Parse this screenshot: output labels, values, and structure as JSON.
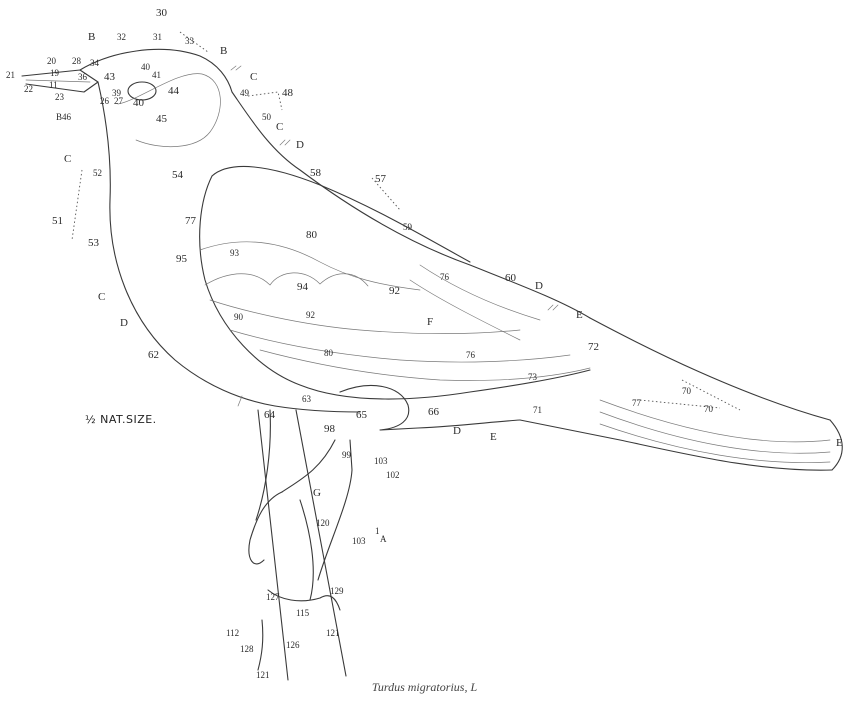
{
  "caption": "Turdus migratorius, L",
  "scale_note": "½ NAT.SIZE.",
  "labels": {
    "l30": "30",
    "lB1": "B",
    "l32": "32",
    "l31": "31",
    "l33": "33",
    "lB2": "B",
    "l20": "20",
    "l28": "28",
    "l34": "34",
    "l40a": "40",
    "l41": "41",
    "l21": "21",
    "l19": "19",
    "l36": "36",
    "l43": "43",
    "l44": "44",
    "lC1": "C",
    "l49": "49",
    "l48": "48",
    "l22": "22",
    "l11": "11",
    "l23": "23",
    "l39": "39",
    "l26": "26",
    "l27": "27",
    "l40b": "40",
    "lB46": "B46",
    "l45": "45",
    "l50": "50",
    "lC2": "C",
    "lD1": "D",
    "lC3": "C",
    "l52": "52",
    "l54": "54",
    "l58": "58",
    "l57": "57",
    "l51": "51",
    "l77a": "77",
    "l80": "80",
    "l59": "59",
    "l53": "53",
    "l95": "95",
    "l93": "93",
    "l76a": "76",
    "l60": "60",
    "lD2": "D",
    "l94": "94",
    "l92a": "92",
    "lE1": "E",
    "lC4": "C",
    "lDeq": "D",
    "l90": "90",
    "l92b": "92",
    "lF": "F",
    "l72": "72",
    "l62": "62",
    "l80b": "80",
    "l76b": "76",
    "l73": "73",
    "l70a": "70",
    "l77b": "77",
    "l70b": "70",
    "l64": "64",
    "l63": "63",
    "l65": "65",
    "l66": "66",
    "l71": "71",
    "l98a": "98",
    "lD3": "D",
    "lE2": "E",
    "lE3": "E",
    "l99": "99",
    "l103a": "103",
    "l102": "102",
    "lG": "G",
    "l120": "120",
    "l103b": "103",
    "l1a": "1",
    "lA": "A",
    "l127": "127",
    "l129": "129",
    "l112": "112",
    "l115": "115",
    "l128": "128",
    "l126": "126",
    "l121a": "121",
    "l121b": "121"
  }
}
